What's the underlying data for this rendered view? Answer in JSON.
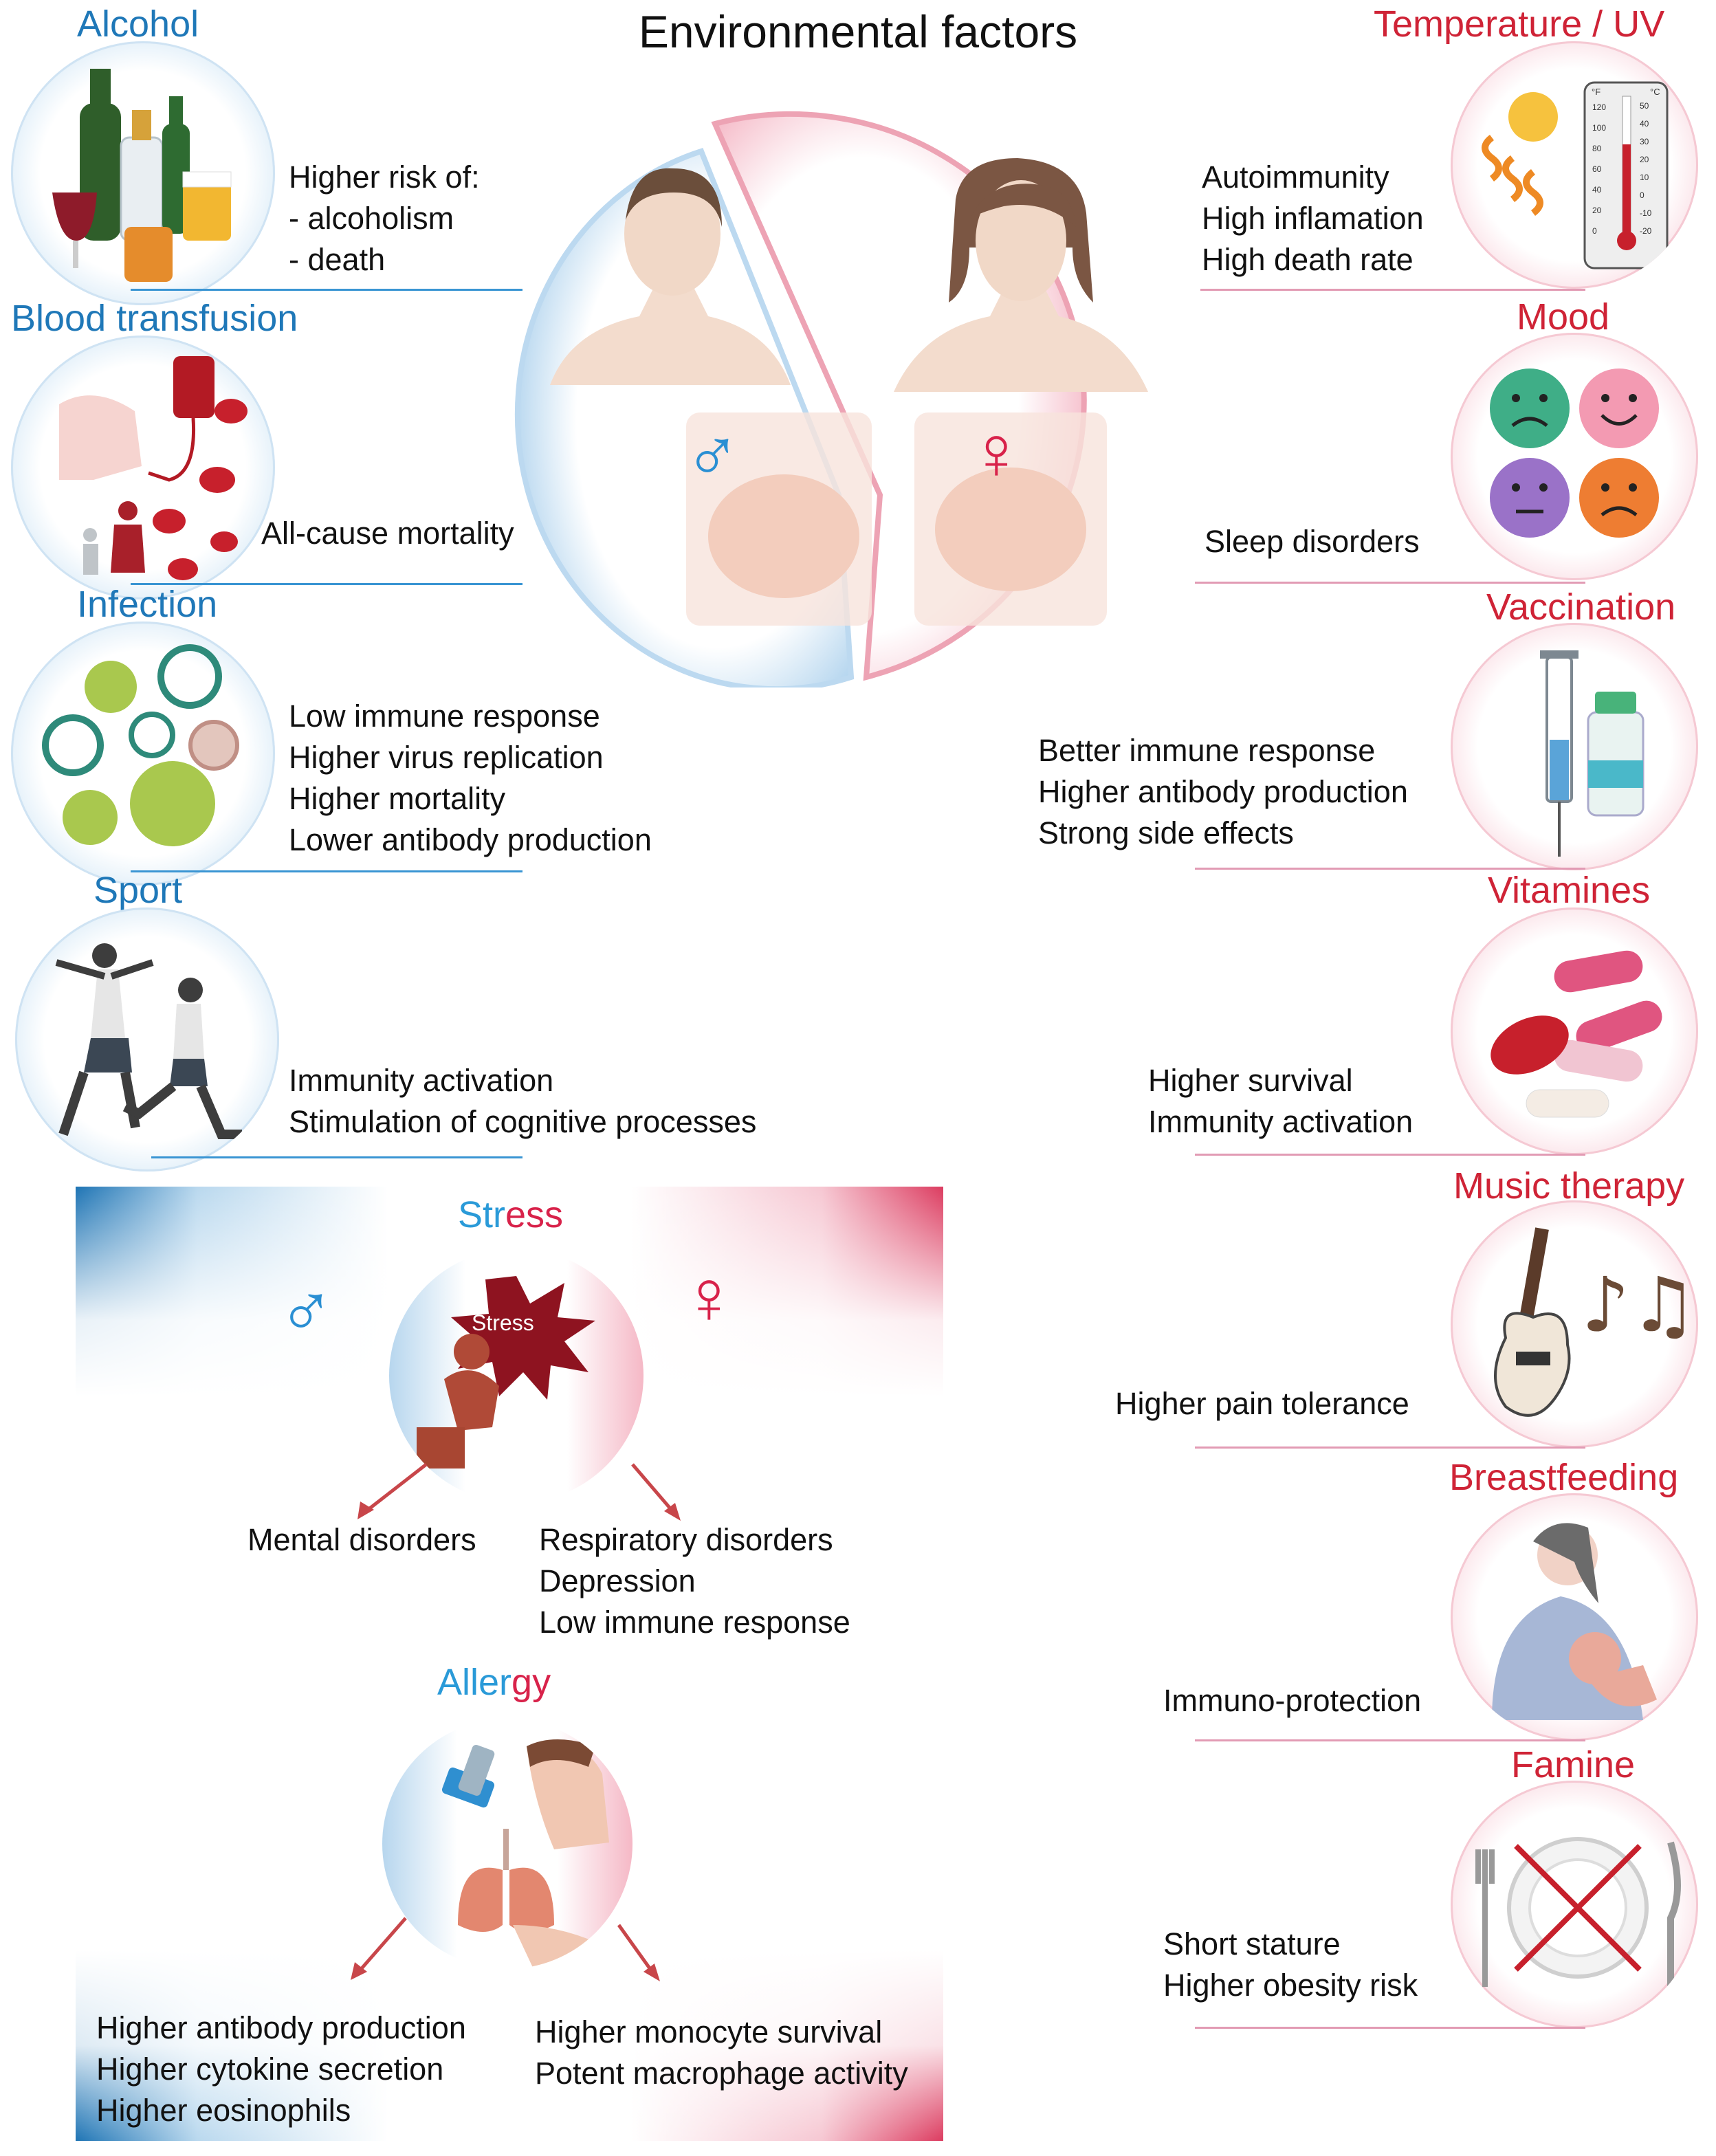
{
  "title": "Environmental factors",
  "colors": {
    "male_blue": "#1f78b8",
    "female_red": "#cf2336",
    "male_line": "#3a95d3",
    "female_line": "#e29bb4"
  },
  "center": {
    "male_symbol": "♂",
    "female_symbol": "♀"
  },
  "left_factors": [
    {
      "title": "Alcohol",
      "effects": [
        "Higher risk of:",
        "- alcoholism",
        "- death"
      ],
      "icon": "alcohol-bottles-icon"
    },
    {
      "title": "Blood transfusion",
      "effects": [
        "All-cause mortality"
      ],
      "icon": "blood-bag-icon"
    },
    {
      "title": "Infection",
      "effects": [
        "Low immune response",
        "Higher virus replication",
        "Higher mortality",
        "Lower antibody production"
      ],
      "icon": "virus-icon"
    },
    {
      "title": "Sport",
      "effects": [
        "Immunity activation",
        "Stimulation of cognitive processes"
      ],
      "icon": "runner-icon"
    }
  ],
  "right_factors": [
    {
      "title": "Temperature / UV",
      "effects": [
        "Autoimmunity",
        "High inflamation",
        "High death rate"
      ],
      "icon": "sun-thermometer-icon",
      "thermo_f": [
        "120",
        "100",
        "80",
        "60",
        "40",
        "20",
        "0"
      ],
      "thermo_c": [
        "50",
        "40",
        "30",
        "20",
        "10",
        "0",
        "-10",
        "-20"
      ],
      "unit_f": "°F",
      "unit_c": "°C"
    },
    {
      "title": "Mood",
      "effects": [
        "Sleep disorders"
      ],
      "icon": "mood-faces-icon"
    },
    {
      "title": "Vaccination",
      "effects": [
        "Better immune response",
        "Higher antibody production",
        "Strong side effects"
      ],
      "icon": "syringe-vial-icon"
    },
    {
      "title": "Vitamines",
      "effects": [
        "Higher survival",
        "Immunity activation"
      ],
      "icon": "pills-icon"
    },
    {
      "title": "Music therapy",
      "effects": [
        "Higher pain tolerance"
      ],
      "icon": "guitar-notes-icon"
    },
    {
      "title": "Breastfeeding",
      "effects": [
        "Immuno-protection"
      ],
      "icon": "breastfeeding-icon"
    },
    {
      "title": "Famine",
      "effects": [
        "Short stature",
        "Higher obesity risk"
      ],
      "icon": "empty-plate-icon"
    }
  ],
  "stress": {
    "title_male_part": "Str",
    "title_female_part": "ess",
    "badge": "Stress",
    "male_symbol": "♂",
    "female_symbol": "♀",
    "male_effects": [
      "Mental disorders"
    ],
    "female_effects": [
      "Respiratory disorders",
      "Depression",
      "Low immune response"
    ]
  },
  "allergy": {
    "title_male_part": "Aller",
    "title_female_part": "gy",
    "male_effects": [
      "Higher antibody production",
      "Higher cytokine secretion",
      "Higher eosinophils"
    ],
    "female_effects": [
      "Higher monocyte survival",
      "Potent macrophage activity"
    ]
  }
}
